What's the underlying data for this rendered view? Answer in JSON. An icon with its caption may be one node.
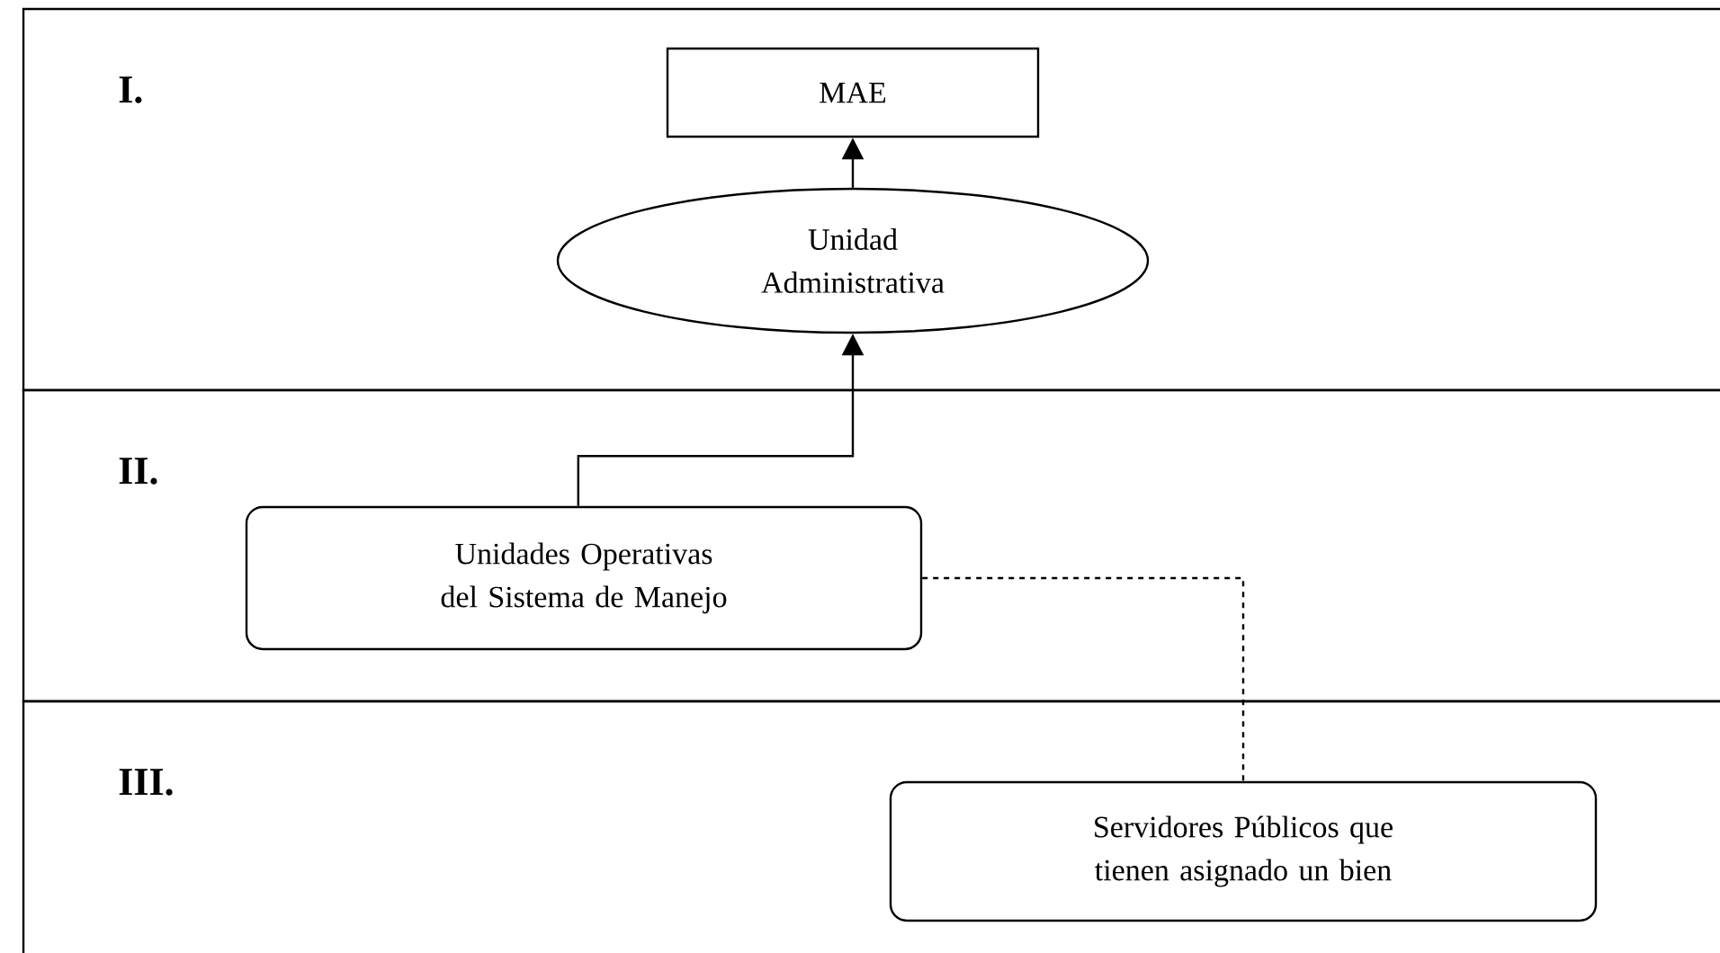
{
  "diagram": {
    "nodes": [
      {
        "text": [
          "I."
        ]
      },
      {
        "text": [
          "MAE"
        ],
        "in": 0
      },
      {
        "text": [
          "Unidad Administrativa"
        ],
        "in": 0
      },
      {
        "text": [
          "II."
        ]
      },
      {
        "text": [
          "Unidades Operativas del Sistema de Manejo"
        ],
        "in": 3
      },
      {
        "text": [
          "III."
        ]
      },
      {
        "text": [
          "Servidores Públicos que tienen asignado un bien"
        ],
        "in": 5
      }
    ],
    "edges": [
      {
        "from": 2,
        "to": 1,
        "arrow": "to"
      },
      {
        "from": 4,
        "to": 2,
        "arrow": "to"
      },
      {
        "from": 4,
        "to": 6,
        "arrow": "none",
        "style": "dashed"
      }
    ]
  }
}
